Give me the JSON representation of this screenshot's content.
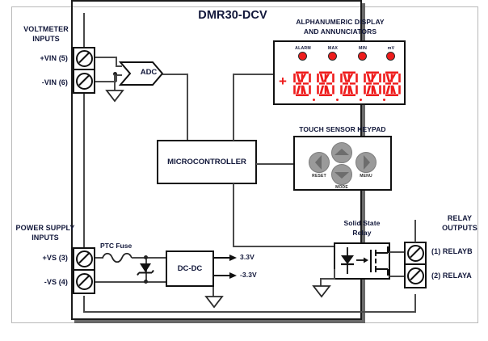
{
  "title": "DMR30-DCV",
  "sections": {
    "voltmeter_inputs": {
      "heading_line1": "VOLTMETER",
      "heading_line2": "INPUTS",
      "terminals": [
        {
          "label": "+VIN (5)"
        },
        {
          "label": "-VIN (6)"
        }
      ]
    },
    "power_supply_inputs": {
      "heading_line1": "POWER SUPPLY",
      "heading_line2": "INPUTS",
      "terminals": [
        {
          "label": "+VS (3)"
        },
        {
          "label": "-VS (4)"
        }
      ]
    },
    "relay_outputs": {
      "heading_line1": "RELAY",
      "heading_line2": "OUTPUTS",
      "terminals": [
        {
          "label": "(1) RELAYB"
        },
        {
          "label": "(2) RELAYA"
        }
      ]
    }
  },
  "blocks": {
    "adc": "ADC",
    "microcontroller": "MICROCONTROLLER",
    "dcdc": "DC-DC",
    "ptc_fuse": "PTC Fuse",
    "ssr_line1": "Solid State",
    "ssr_line2": "Relay"
  },
  "rails": [
    {
      "label": "3.3V"
    },
    {
      "label": "-3.3V"
    }
  ],
  "display": {
    "heading_line1": "ALPHANUMERIC DISPLAY",
    "heading_line2": "AND ANNUNCIATORS",
    "sign": "+",
    "annunciators": [
      {
        "label": "ALARM"
      },
      {
        "label": "MAX"
      },
      {
        "label": "MIN"
      },
      {
        "label": "mV"
      }
    ],
    "digit_count": 5
  },
  "keypad": {
    "heading": "TOUCH SENSOR KEYPAD",
    "buttons": [
      {
        "label": "RESET",
        "icon": "chevron-left-icon"
      },
      {
        "label": "",
        "icon": "chevron-up-icon"
      },
      {
        "label": "MODE",
        "icon": "chevron-down-icon"
      },
      {
        "label": "MENU",
        "icon": "chevron-right-icon"
      }
    ]
  },
  "colors": {
    "led_red": "#ee1c1c",
    "segment_red": "#ee1c1c",
    "text_navy": "#11173a",
    "wire_gray": "#4a4a4a",
    "outline_black": "#111111",
    "key_gray": "#9a9a9a"
  }
}
